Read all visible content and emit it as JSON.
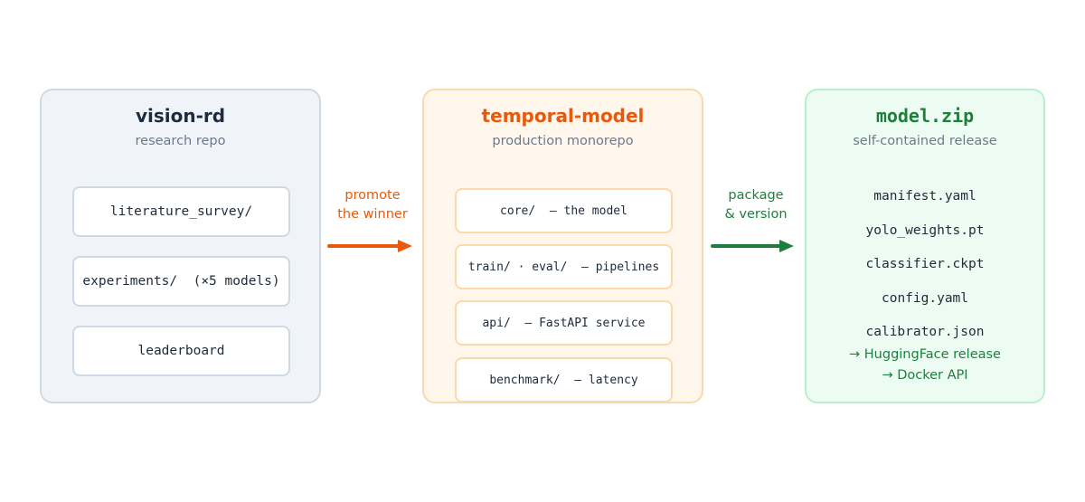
{
  "research": {
    "title": "vision-rd",
    "subtitle": "research repo",
    "items": [
      "literature_survey/",
      "experiments/  (×5 models)",
      "leaderboard"
    ]
  },
  "promote": {
    "line1": "promote",
    "line2": "the winner"
  },
  "production": {
    "title": "temporal-model",
    "subtitle": "production monorepo",
    "items": [
      "core/  – the model",
      "train/ · eval/  – pipelines",
      "api/  – FastAPI service",
      "benchmark/  – latency"
    ]
  },
  "package": {
    "line1": "package",
    "line2": "& version"
  },
  "release": {
    "title": "model.zip",
    "subtitle": "self-contained release",
    "files": [
      "manifest.yaml",
      "yolo_weights.pt",
      "classifier.ckpt",
      "config.yaml",
      "calibrator.json"
    ],
    "targets": [
      "→ HuggingFace release",
      "→ Docker API"
    ]
  },
  "colors": {
    "research_accent": "#1e2b3c",
    "production_accent": "#e8590c",
    "release_accent": "#1e7f3c"
  }
}
